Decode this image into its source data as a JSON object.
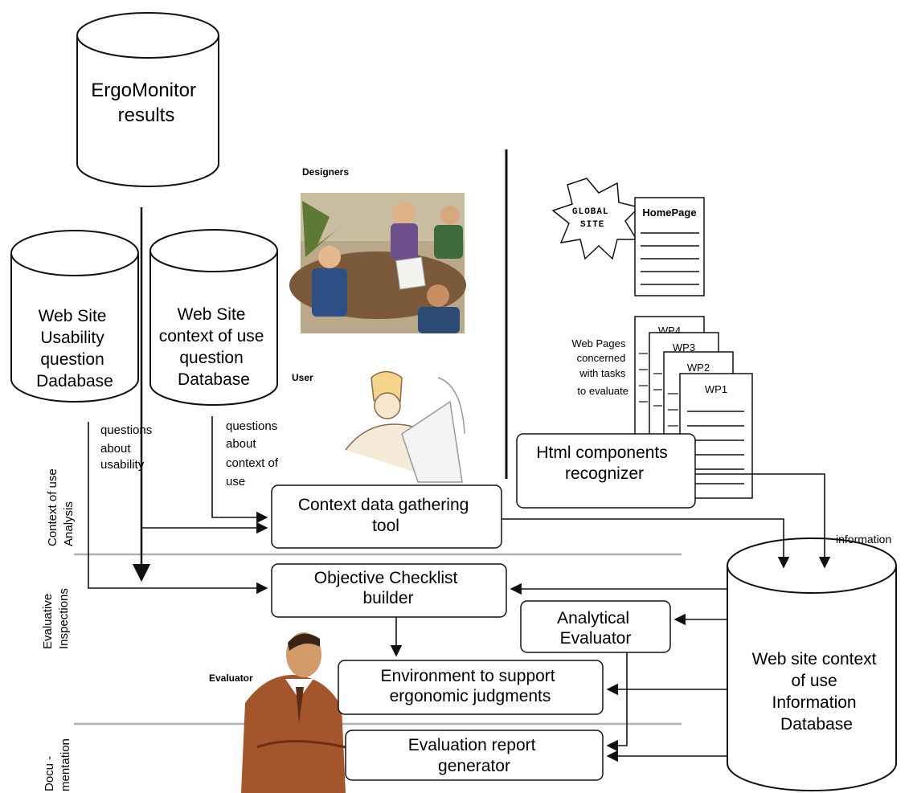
{
  "databases": {
    "ergomonitor": [
      "ErgoMonitor",
      "results"
    ],
    "usability": [
      "Web Site",
      "Usability",
      "question",
      "Dadabase"
    ],
    "context_db": [
      "Web Site",
      "context of use",
      "question",
      "Database"
    ],
    "info_db": [
      "Web site context",
      "of use",
      "Information",
      "Database"
    ]
  },
  "boxes": {
    "context_tool": [
      "Context data gathering",
      "tool"
    ],
    "checklist": [
      "Objective Checklist",
      "builder"
    ],
    "analytical": [
      "Analytical",
      "Evaluator"
    ],
    "environment": [
      "Environment to support",
      "ergonomic judgments"
    ],
    "report": [
      "Evaluation report",
      "generator"
    ],
    "html_recognizer": [
      "Html components",
      "recognizer"
    ]
  },
  "labels": {
    "questions_usability": [
      "questions",
      "about",
      "usability"
    ],
    "questions_context": [
      "questions",
      "about",
      "context  of",
      "use"
    ],
    "information": "information",
    "designers": "Designers",
    "user": "User",
    "evaluator": "Evaluator",
    "global_site": [
      "GLOBAL",
      "SITE"
    ],
    "homepage": "HomePage",
    "web_pages": [
      "Web Pages",
      "concerned",
      "with tasks",
      "to evaluate"
    ],
    "wp": [
      "WP4",
      "WP3",
      "WP2",
      "WP1"
    ]
  },
  "phases": {
    "context": [
      "Context of use",
      "Analysis"
    ],
    "evaluative": [
      "Evaluative",
      "Inspections"
    ],
    "documentation": [
      "Docu -",
      "mentation"
    ]
  }
}
